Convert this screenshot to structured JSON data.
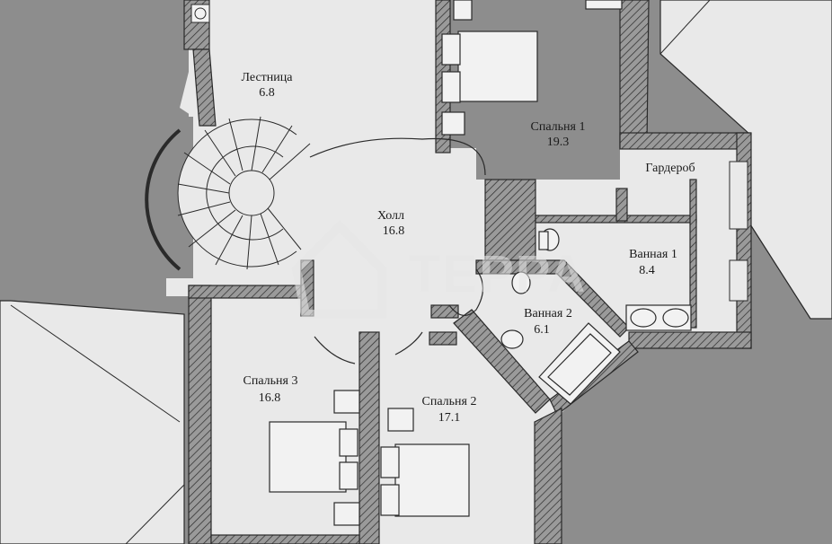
{
  "colors": {
    "background": "#8d8d8d",
    "paper": "#e9e9e9",
    "wall": "#6a6a6a",
    "line": "#2a2a2a"
  },
  "rooms": [
    {
      "id": "stairs",
      "name": "Лестница",
      "area": "6.8"
    },
    {
      "id": "bedroom1",
      "name": "Спальня 1",
      "area": "19.3"
    },
    {
      "id": "wardrobe",
      "name": "Гардероб",
      "area": ""
    },
    {
      "id": "hall",
      "name": "Холл",
      "area": "16.8"
    },
    {
      "id": "bath1",
      "name": "Ванная 1",
      "area": "8.4"
    },
    {
      "id": "bath2",
      "name": "Ванная 2",
      "area": "6.1"
    },
    {
      "id": "bedroom3",
      "name": "Спальня 3",
      "area": "16.8"
    },
    {
      "id": "bedroom2",
      "name": "Спальня 2",
      "area": "17.1"
    }
  ],
  "watermark": {
    "text": "ТЕРРА"
  }
}
